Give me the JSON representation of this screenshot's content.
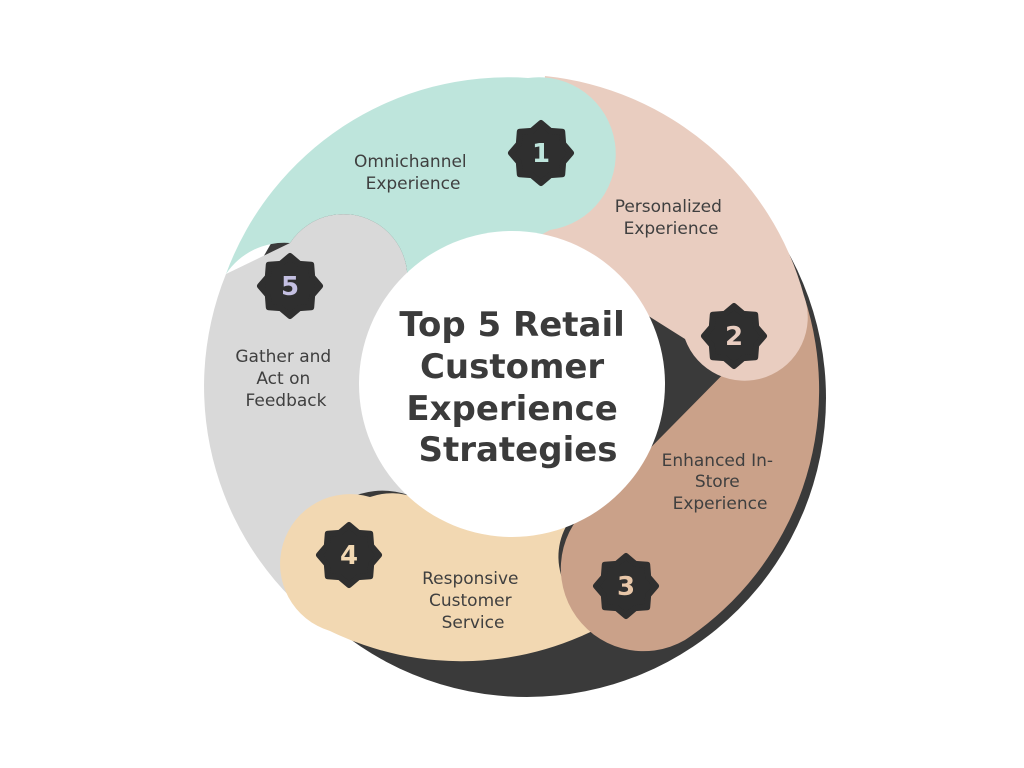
{
  "center_title_lines": [
    "Top 5 Retail",
    "Customer",
    "Experience",
    "Strategies"
  ],
  "segments": [
    {
      "number": "1",
      "label_lines": [
        "Omnichannel",
        "Experience"
      ],
      "color": "#bee5dc",
      "number_color": "#bee5dc"
    },
    {
      "number": "2",
      "label_lines": [
        "Personalized",
        "Experience"
      ],
      "color": "#e9cdc0",
      "number_color": "#e9cdc0"
    },
    {
      "number": "3",
      "label_lines": [
        "Enhanced In-",
        "Store",
        "Experience"
      ],
      "color": "#caa189",
      "number_color": "#e7c6a8"
    },
    {
      "number": "4",
      "label_lines": [
        "Responsive",
        "Customer",
        "Service"
      ],
      "color": "#f2d8b2",
      "number_color": "#f2d8b2"
    },
    {
      "number": "5",
      "label_lines": [
        "Gather and",
        "Act on",
        "Feedback"
      ],
      "color": "#d9d9d9",
      "number_color": "#c4c0e2"
    }
  ],
  "colors": {
    "shadow": "#3a3a3a",
    "badge": "#2f2f2f",
    "center": "#ffffff",
    "label_text": "#3f3f3f"
  }
}
